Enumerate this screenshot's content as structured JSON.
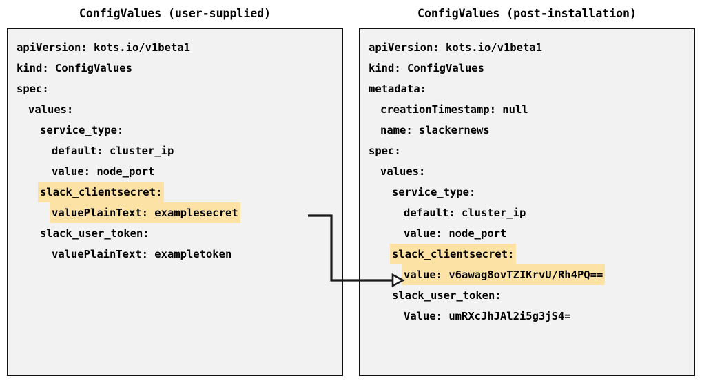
{
  "diagram": {
    "title_left": "ConfigValues (user-supplied)",
    "title_right": "ConfigValues (post-installation)",
    "highlight_color": "#FCE2A4",
    "panel_background": "#F2F2F2",
    "border_color": "#111111"
  },
  "left_panel": {
    "lines": [
      {
        "text": "apiVersion: kots.io/v1beta1",
        "indent": 0,
        "highlight": false
      },
      {
        "text": "kind: ConfigValues",
        "indent": 0,
        "highlight": false
      },
      {
        "text": "spec:",
        "indent": 0,
        "highlight": false
      },
      {
        "text": "values:",
        "indent": 1,
        "highlight": false
      },
      {
        "text": "service_type:",
        "indent": 2,
        "highlight": false
      },
      {
        "text": "default: cluster_ip",
        "indent": 3,
        "highlight": false
      },
      {
        "text": "value: node_port",
        "indent": 3,
        "highlight": false
      },
      {
        "text": "slack_clientsecret:",
        "indent": 2,
        "highlight": true
      },
      {
        "text": "valuePlainText: examplesecret",
        "indent": 3,
        "highlight": true
      },
      {
        "text": "slack_user_token:",
        "indent": 2,
        "highlight": false
      },
      {
        "text": "valuePlainText: exampletoken",
        "indent": 3,
        "highlight": false
      }
    ]
  },
  "right_panel": {
    "lines": [
      {
        "text": "apiVersion: kots.io/v1beta1",
        "indent": 0,
        "highlight": false
      },
      {
        "text": "kind: ConfigValues",
        "indent": 0,
        "highlight": false
      },
      {
        "text": "metadata:",
        "indent": 0,
        "highlight": false
      },
      {
        "text": "creationTimestamp: null",
        "indent": 1,
        "highlight": false
      },
      {
        "text": "name: slackernews",
        "indent": 1,
        "highlight": false
      },
      {
        "text": "spec:",
        "indent": 0,
        "highlight": false
      },
      {
        "text": "values:",
        "indent": 1,
        "highlight": false
      },
      {
        "text": "service_type:",
        "indent": 2,
        "highlight": false
      },
      {
        "text": "default: cluster_ip",
        "indent": 3,
        "highlight": false
      },
      {
        "text": "value: node_port",
        "indent": 3,
        "highlight": false
      },
      {
        "text": "slack_clientsecret:",
        "indent": 2,
        "highlight": true
      },
      {
        "text": "value: v6awag8ovTZIKrvU/Rh4PQ==",
        "indent": 3,
        "highlight": true
      },
      {
        "text": "slack_user_token:",
        "indent": 2,
        "highlight": false
      },
      {
        "text": "Value: umRXcJhJAl2i5g3jS4=",
        "indent": 3,
        "highlight": false
      }
    ]
  },
  "connector": {
    "label": "encrypted-value-mapping-arrow",
    "from_line": "valuePlainText: examplesecret",
    "to_line": "value: v6awag8ovTZIKrvU/Rh4PQ=="
  }
}
